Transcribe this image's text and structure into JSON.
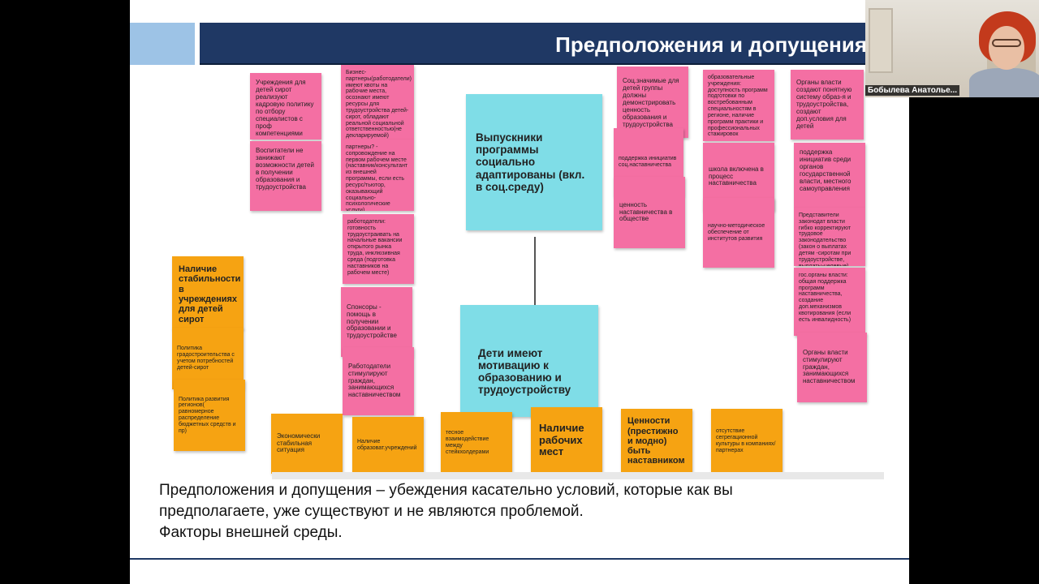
{
  "slide": {
    "title": "Предположения и допущения",
    "caption": {
      "line1": "Предположения и допущения – убеждения касательно условий, которые как вы",
      "line2": "предполагаете, уже существуют и не являются проблемой.",
      "line3": "Факторы внешней среды."
    },
    "center": {
      "top": "Выпускники программы социально адаптированы (вкл. в соц.среду)",
      "bottom": "Дети имеют мотивацию к образованию и трудоустройству"
    },
    "notes": {
      "p1": "Учреждения для детей сирот реализуют кадровую политику по отбору специалистов с проф компетенциями",
      "p2": "Воспитатели не занижают возможности детей в получении образования и трудоустройства",
      "p3": "Бизнес-партнеры(работодатели) имеют квоты на рабочие места, осознают имеют ресурсы для трудоустройства детей-сирот, обладают реальной социальной ответственностью(не декларируемой)",
      "p4": "партнеры? - сопровождение на первом рабочем месте (наставник/консультант из внешней программы, если есть ресурс/тьютор, оказывающий социально-психологические услуги)",
      "p5": "работодатели: готовность трудоустраивать на начальные вакансии открытого рынка труда, инклюзивная среда (подготовка наставников на рабочем месте)",
      "p6": "Спонсоры - помощь в получении образовании и трудоустройстве",
      "p7": "Работодатели стимулируют граждан, занимающихся наставничеством",
      "p8": "Соц.значимые для детей группы должны демонстрировать ценность образования и трудоустройства",
      "p9": "поддержка инициатив соц.наставничества",
      "p10": "ценность наставничества в обществе",
      "p11": "образовательные учреждения: доступность программ подготовки по востребованным специальностям в регионе, наличие программ практики и профессиональных стажировок",
      "p12": "школа включена в процесс наставничества",
      "p13": "научно-методическое обеспечение от институтов развития",
      "p14": "Органы власти создают понятную систему образ-я и трудоустройства, создают доп.условия для детей",
      "p15": "поддержка инициатив среди органов государственной власти, местного самоуправления",
      "p16": "Представители законодат власти гибко корректируют трудовое законодательство (закон о выплатах детям -сиротам при трудоустройстве, выплаты-целевые)",
      "p17": "гос.органы власти: общая поддержка программ наставничества, создание доп.механизмов квотирования (если есть инвалидность)",
      "p18": "Органы власти стимулируют граждан, занимающихся наставничеством",
      "o1": "Наличие стабильности в учреждениях для детей сирот",
      "o2": "Политика градостроительства с учетом потребностей детей-сирот",
      "o3": "Политика развития регионов( равномерное распределение бюджетных средств и пр)",
      "o4": "Экономически стабильная ситуация",
      "o5": "Наличие образоват.учреждений",
      "o6": "тесное взаимодействие между стейкхолдерами",
      "o7": "Наличие рабочих мест",
      "o8": "Ценности (престижно и модно) быть наставником",
      "o9": "отсутствие сегрегационной культуры в компаниях/партнерах"
    }
  },
  "video": {
    "participant_name": "Бобылева Анатолье..."
  },
  "colors": {
    "header": "#1f3864",
    "header_square": "#9dc3e6",
    "pink": "#f46fa3",
    "orange": "#f6a312",
    "cyan": "#7fdde7"
  }
}
